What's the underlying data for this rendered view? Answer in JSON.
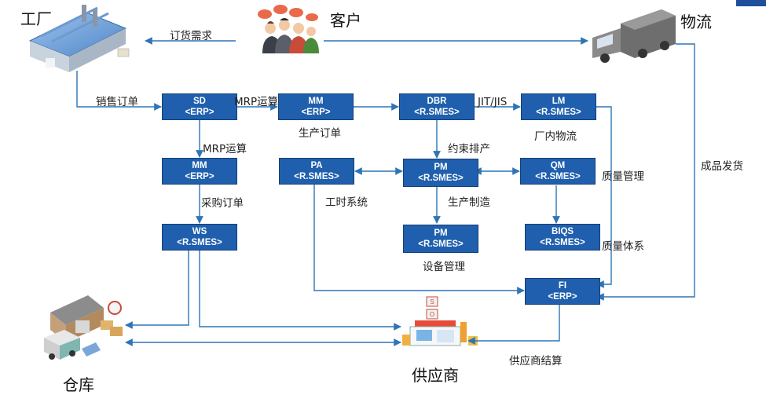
{
  "entities": {
    "factory": "工厂",
    "customer": "客户",
    "logistics": "物流",
    "warehouse": "仓库",
    "supplier": "供应商"
  },
  "boxes": {
    "sd": {
      "title": "SD",
      "system": "<ERP>"
    },
    "mm1": {
      "title": "MM",
      "system": "<ERP>"
    },
    "dbr": {
      "title": "DBR",
      "system": "<R.SMES>"
    },
    "lm": {
      "title": "LM",
      "system": "<R.SMES>"
    },
    "mm2": {
      "title": "MM",
      "system": "<ERP>"
    },
    "pa": {
      "title": "PA",
      "system": "<R.SMES>"
    },
    "pm1": {
      "title": "PM",
      "system": "<R.SMES>"
    },
    "qm": {
      "title": "QM",
      "system": "<R.SMES>"
    },
    "ws": {
      "title": "WS",
      "system": "<R.SMES>"
    },
    "pm2": {
      "title": "PM",
      "system": "<R.SMES>"
    },
    "biqs": {
      "title": "BIQS",
      "system": "<R.SMES>"
    },
    "fi": {
      "title": "FI",
      "system": "<ERP>"
    }
  },
  "labels": {
    "order_demand": "订货需求",
    "sales_order": "销售订单",
    "mrp_run_1": "MRP运算",
    "mrp_run_2": "MRP运算",
    "production_order": "生产订单",
    "jit_jis": "JIT/JIS",
    "inplant_logistics": "厂内物流",
    "constrained_scheduling": "约束排产",
    "purchase_order": "采购订单",
    "work_hour_system": "工时系统",
    "manufacturing": "生产制造",
    "quality_management": "质量管理",
    "quality_system": "质量体系",
    "equipment_management": "设备管理",
    "finished_shipping": "成品发货",
    "supplier_settlement": "供应商结算"
  },
  "colors": {
    "box_fill": "#1f5fad",
    "box_text": "#ffffff",
    "arrow": "#2e75b6",
    "accent": "#1f4e9a"
  },
  "icons": {
    "factory": "factory-icon",
    "customer": "customer-group-icon",
    "logistics": "truck-icon",
    "warehouse": "warehouse-icon",
    "supplier": "shop-icon"
  }
}
